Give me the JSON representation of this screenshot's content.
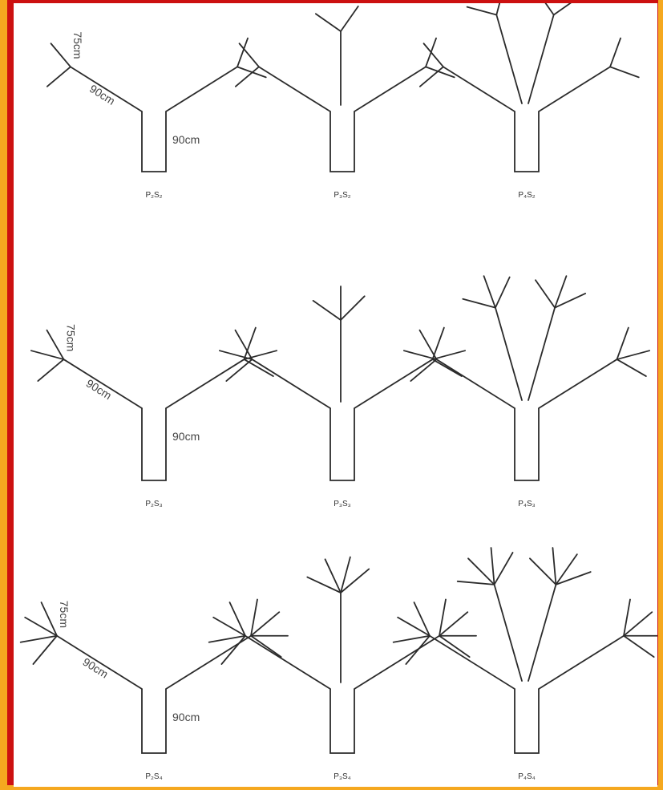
{
  "diagram": {
    "colors": {
      "border_outer": "#f5a81f",
      "border_inner": "#cc1010",
      "line": "#2b2b2b"
    },
    "dimension_labels": {
      "shoot": "75cm",
      "branch": "90cm",
      "trunk": "90cm"
    },
    "rows": [
      {
        "trees": [
          {
            "label": "P₂S₂",
            "primary": 2,
            "secondary": 2,
            "show_dims": true
          },
          {
            "label": "P₃S₂",
            "primary": 3,
            "secondary": 2,
            "show_dims": false
          },
          {
            "label": "P₄S₂",
            "primary": 4,
            "secondary": 2,
            "show_dims": false
          }
        ]
      },
      {
        "trees": [
          {
            "label": "P₂S₃",
            "primary": 2,
            "secondary": 3,
            "show_dims": true
          },
          {
            "label": "P₃S₃",
            "primary": 3,
            "secondary": 3,
            "show_dims": false
          },
          {
            "label": "P₄S₃",
            "primary": 4,
            "secondary": 3,
            "show_dims": false
          }
        ]
      },
      {
        "trees": [
          {
            "label": "P₂S₄",
            "primary": 2,
            "secondary": 4,
            "show_dims": true
          },
          {
            "label": "P₃S₄",
            "primary": 3,
            "secondary": 4,
            "show_dims": false
          },
          {
            "label": "P₄S₄",
            "primary": 4,
            "secondary": 4,
            "show_dims": false
          }
        ]
      }
    ]
  }
}
